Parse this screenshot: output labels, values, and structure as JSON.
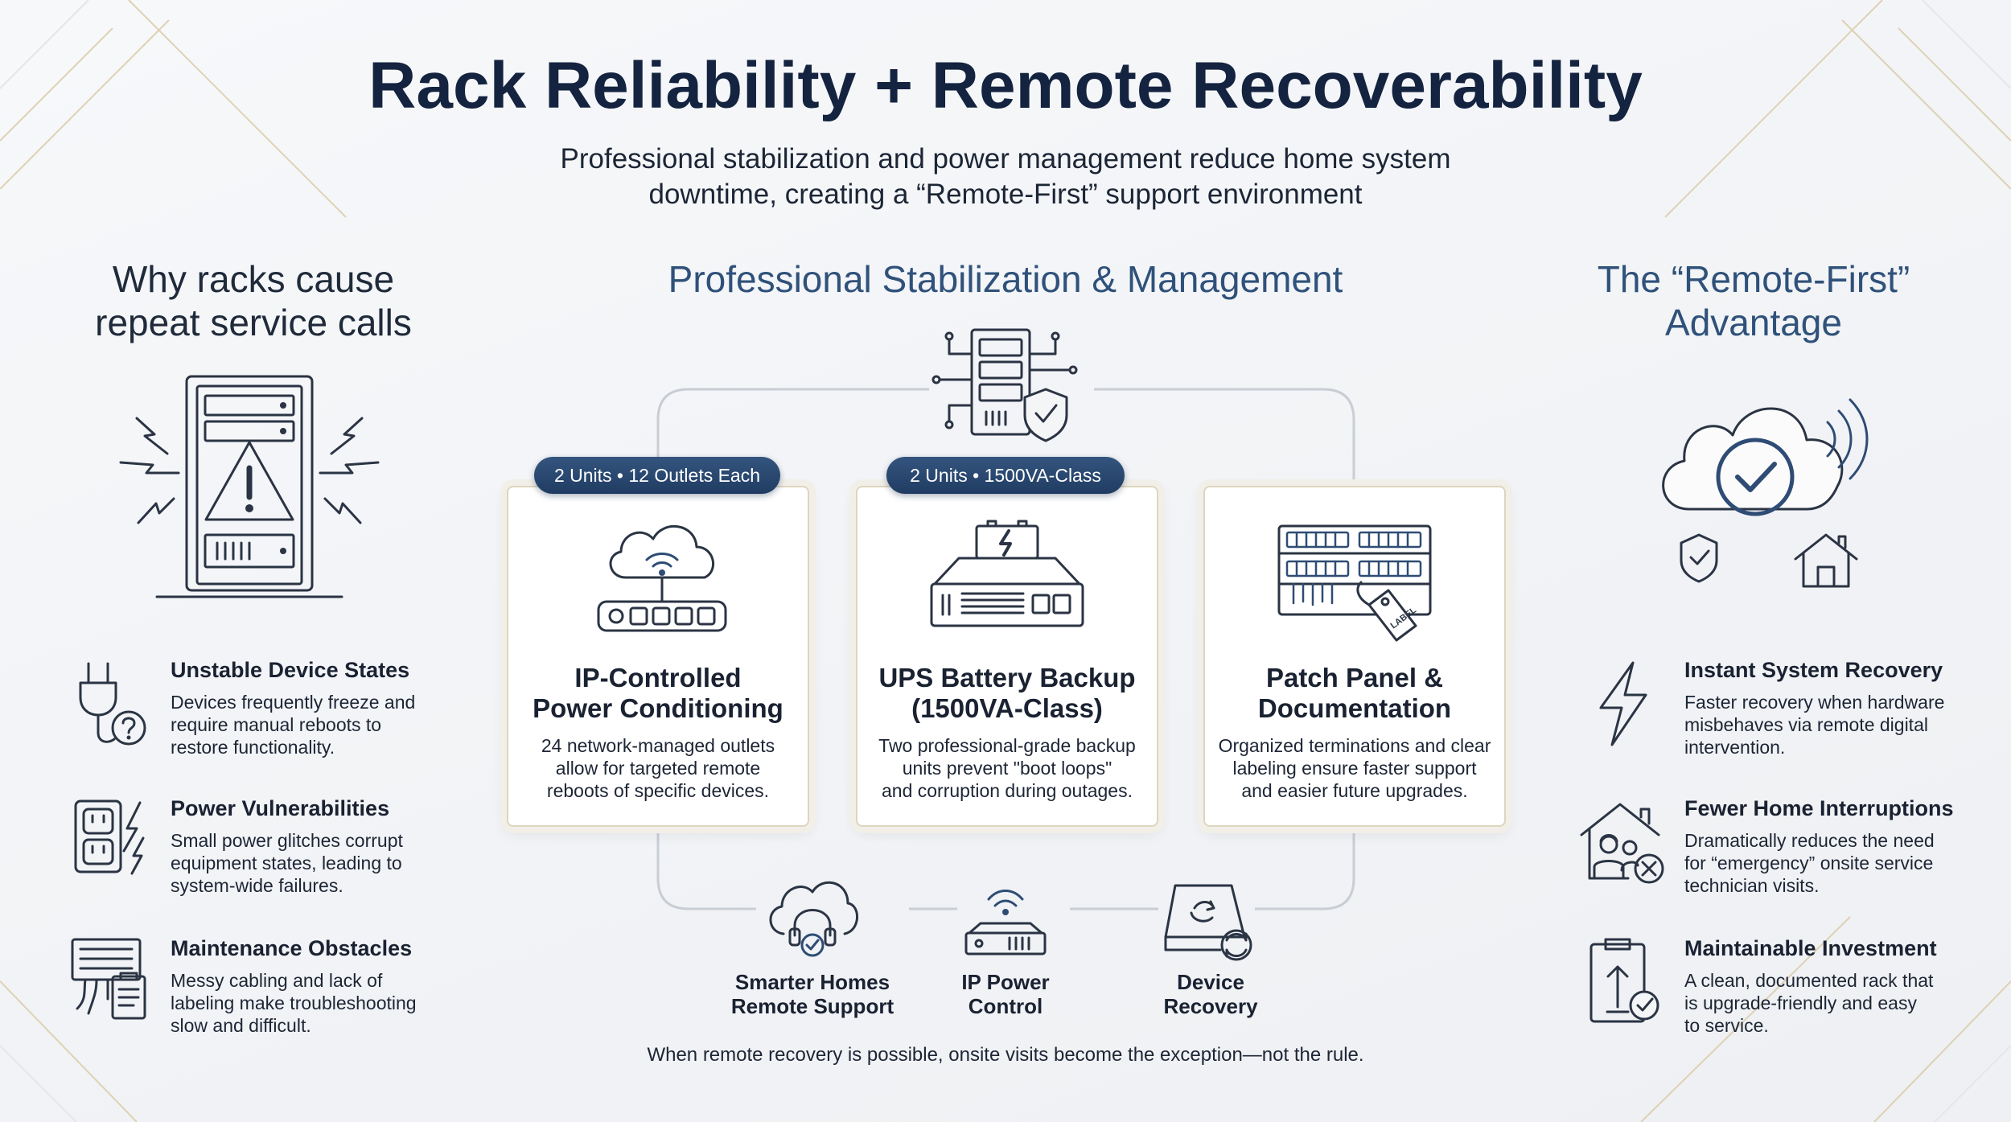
{
  "title": "Rack Reliability + Remote Recoverability",
  "subtitle": {
    "line1": "Professional stabilization and power management reduce home system",
    "line2": "downtime, creating a “Remote-First” support environment"
  },
  "left": {
    "heading_line1": "Why racks cause",
    "heading_line2": "repeat service calls",
    "items": [
      {
        "title": "Unstable Device States",
        "lines": [
          "Devices frequently freeze and",
          "require manual reboots to",
          "restore functionality."
        ],
        "icon": "plug-question-icon"
      },
      {
        "title": "Power Vulnerabilities",
        "lines": [
          "Small power glitches corrupt",
          "equipment states, leading to",
          "system-wide failures."
        ],
        "icon": "outlet-lightning-icon"
      },
      {
        "title": "Maintenance Obstacles",
        "lines": [
          "Messy cabling and lack of",
          "labeling make troubleshooting",
          "slow and difficult."
        ],
        "icon": "patch-clipboard-icon"
      }
    ]
  },
  "middle": {
    "heading": "Professional Stabilization & Management",
    "cards": [
      {
        "badge": "2 Units • 12 Outlets Each",
        "title_line1": "IP-Controlled",
        "title_line2": "Power Conditioning",
        "lines": [
          "24 network-managed outlets",
          "allow for targeted remote",
          "reboots of specific devices."
        ],
        "icon": "cloud-power-strip-icon"
      },
      {
        "badge": "2 Units • 1500VA-Class",
        "title_line1": "UPS Battery Backup",
        "title_line2": "(1500VA-Class)",
        "lines": [
          "Two professional-grade backup",
          "units prevent \"boot loops\"",
          "and corruption during outages."
        ],
        "icon": "ups-battery-icon"
      },
      {
        "badge": "",
        "title_line1": "Patch Panel &",
        "title_line2": "Documentation",
        "lines": [
          "Organized terminations and clear",
          "labeling ensure faster support",
          "and easier future upgrades."
        ],
        "icon": "patch-panel-tag-icon",
        "tag_text": "LABEL"
      }
    ],
    "bottom": [
      {
        "line1": "Smarter Homes",
        "line2": "Remote Support",
        "icon": "cloud-headset-icon"
      },
      {
        "line1": "IP Power",
        "line2": "Control",
        "icon": "router-icon"
      },
      {
        "line1": "Device",
        "line2": "Recovery",
        "icon": "drive-recovery-icon"
      }
    ],
    "footer": "When remote recovery is possible, onsite visits become the exception—not the rule."
  },
  "right": {
    "heading_line1": "The “Remote-First”",
    "heading_line2": "Advantage",
    "items": [
      {
        "title": "Instant System Recovery",
        "lines": [
          "Faster recovery when hardware",
          "misbehaves via remote digital",
          "intervention."
        ],
        "icon": "lightning-icon"
      },
      {
        "title": "Fewer Home Interruptions",
        "lines": [
          "Dramatically reduces the need",
          "for “emergency” onsite service",
          "technician visits."
        ],
        "icon": "house-technician-icon"
      },
      {
        "title": "Maintainable Investment",
        "lines": [
          "A clean, documented rack that",
          "is upgrade-friendly and easy",
          "to service."
        ],
        "icon": "clipboard-upgrade-icon"
      }
    ]
  },
  "colors": {
    "navy": "#14233f",
    "accent_blue": "#2f517a",
    "gold": "#d8c7a0",
    "text": "#1c2434"
  }
}
